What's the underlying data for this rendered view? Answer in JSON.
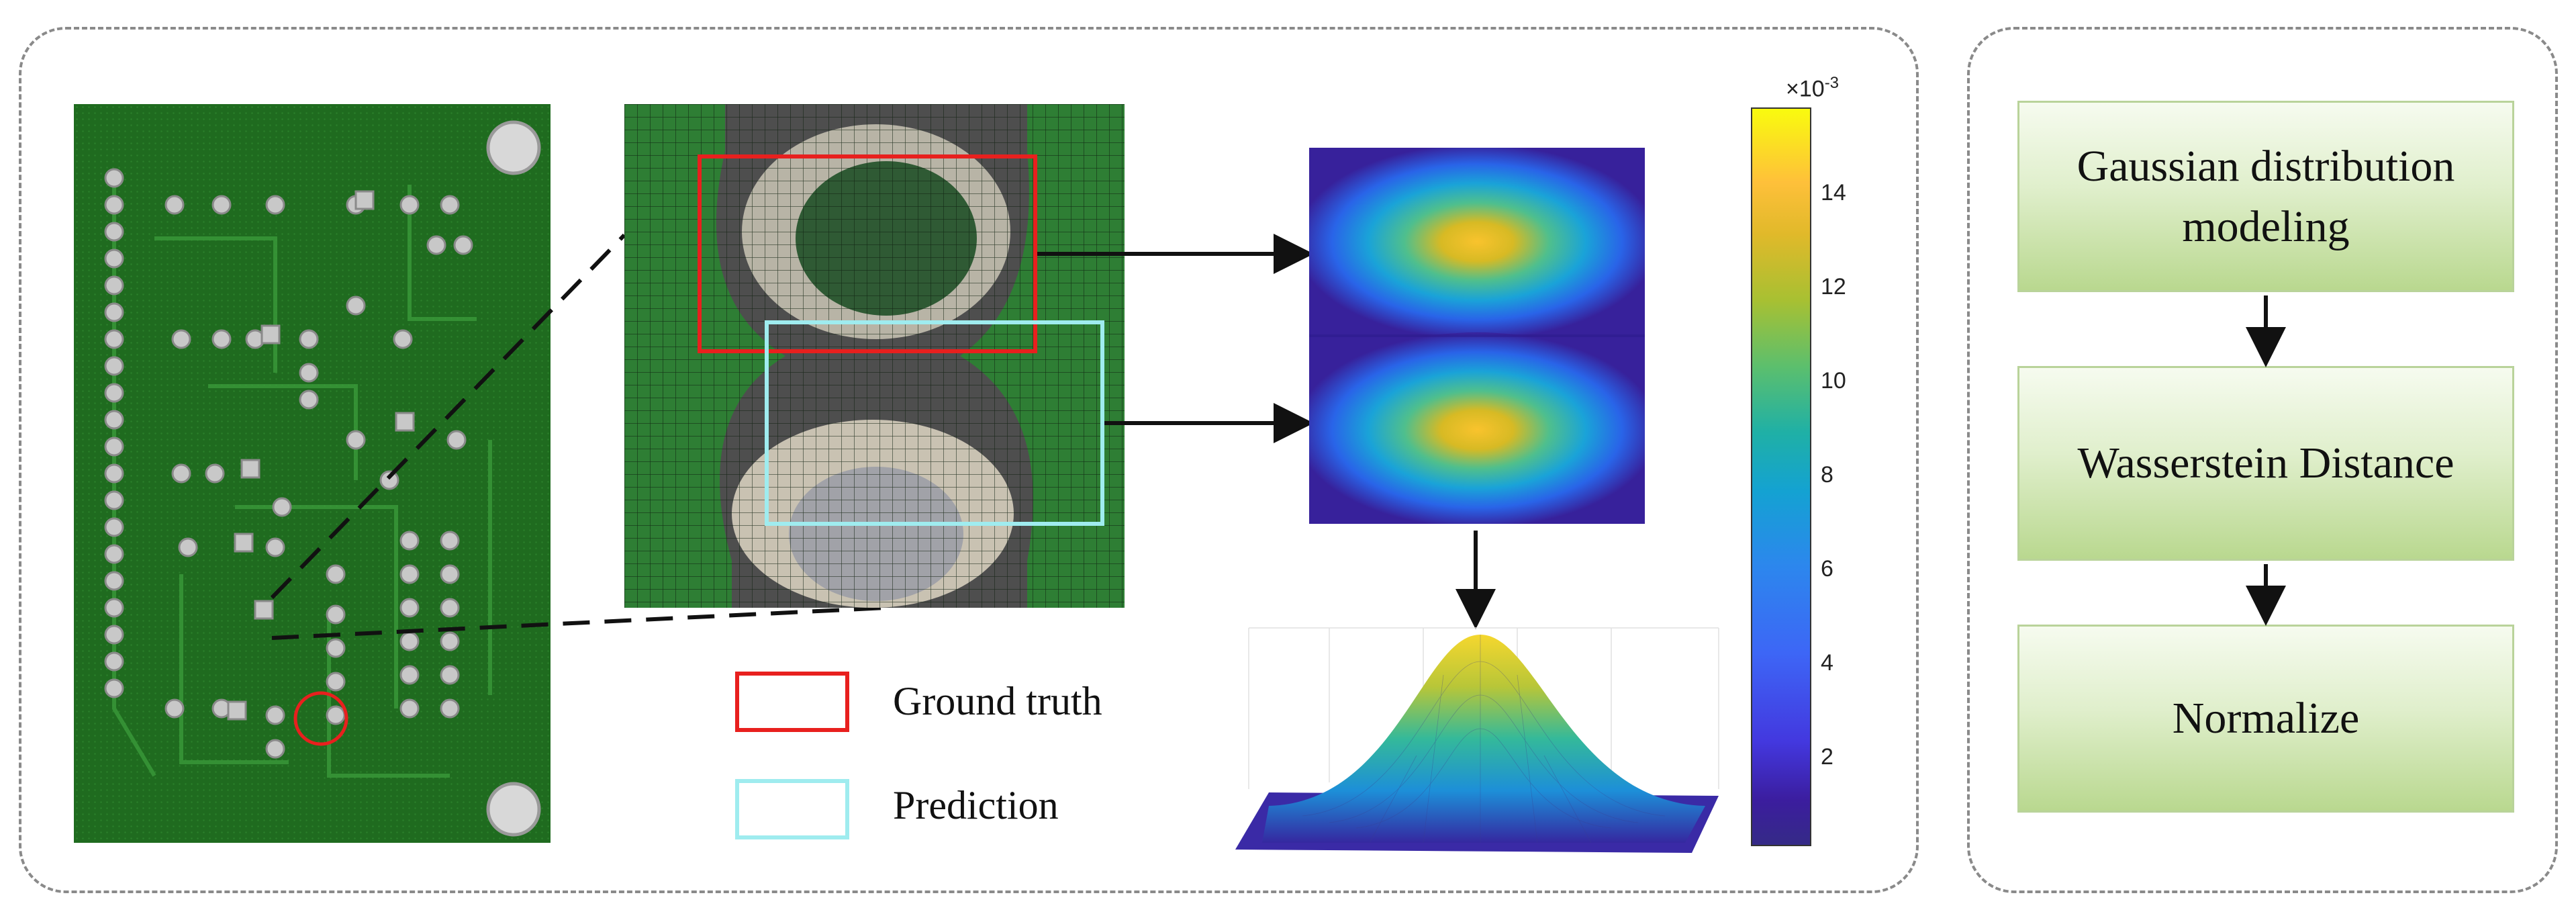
{
  "legend": {
    "ground_truth_label": "Ground truth",
    "prediction_label": "Prediction",
    "ground_truth_color": "#e8201e",
    "prediction_color": "#9fecef"
  },
  "colorbar": {
    "exponent_label": "×10",
    "exponent_power": "-3",
    "ticks": [
      "14",
      "12",
      "10",
      "8",
      "6",
      "4",
      "2"
    ],
    "colormap": "parula"
  },
  "flowchart": {
    "steps": [
      {
        "label_line1": "Gaussian distribution",
        "label_line2": "modeling"
      },
      {
        "label_line1": "Wasserstein Distance",
        "label_line2": ""
      },
      {
        "label_line1": "Normalize",
        "label_line2": ""
      }
    ]
  }
}
